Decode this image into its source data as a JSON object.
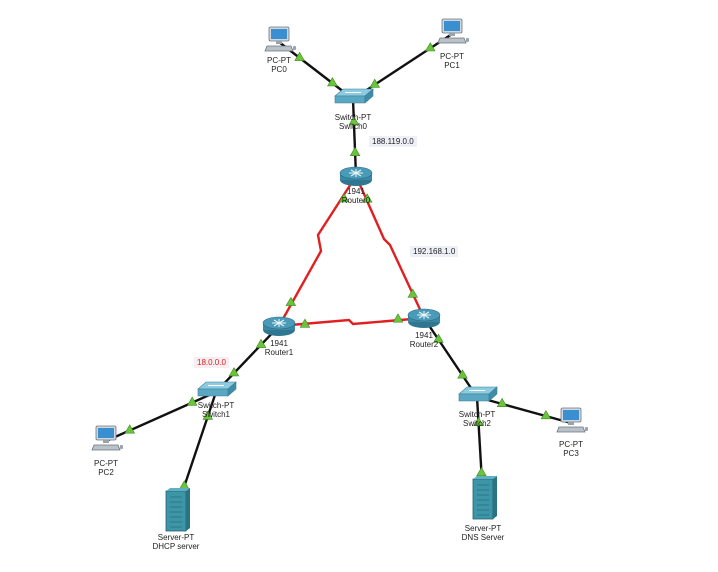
{
  "devices": [
    {
      "id": "pc0",
      "type": "pc",
      "model": "PC-PT",
      "name": "PC0"
    },
    {
      "id": "pc1",
      "type": "pc",
      "model": "PC-PT",
      "name": "PC1"
    },
    {
      "id": "switch0",
      "type": "switch",
      "model": "Switch-PT",
      "name": "Switch0"
    },
    {
      "id": "router0",
      "type": "router",
      "model": "1941",
      "name": "Router0"
    },
    {
      "id": "router1",
      "type": "router",
      "model": "1941",
      "name": "Router1"
    },
    {
      "id": "router2",
      "type": "router",
      "model": "1941",
      "name": "Router2"
    },
    {
      "id": "switch1",
      "type": "switch",
      "model": "Switch-PT",
      "name": "Switch1"
    },
    {
      "id": "switch2",
      "type": "switch",
      "model": "Switch-PT",
      "name": "Switch2"
    },
    {
      "id": "pc2",
      "type": "pc",
      "model": "PC-PT",
      "name": "PC2"
    },
    {
      "id": "pc3",
      "type": "pc",
      "model": "PC-PT",
      "name": "PC3"
    },
    {
      "id": "dhcp",
      "type": "server",
      "model": "Server-PT",
      "name": "DHCP server"
    },
    {
      "id": "dns",
      "type": "server",
      "model": "Server-PT",
      "name": "DNS Server"
    }
  ],
  "links": [
    {
      "from": "pc0",
      "to": "switch0",
      "kind": "ethernet"
    },
    {
      "from": "pc1",
      "to": "switch0",
      "kind": "ethernet"
    },
    {
      "from": "switch0",
      "to": "router0",
      "kind": "ethernet"
    },
    {
      "from": "router0",
      "to": "router1",
      "kind": "serial"
    },
    {
      "from": "router0",
      "to": "router2",
      "kind": "serial"
    },
    {
      "from": "router1",
      "to": "router2",
      "kind": "serial"
    },
    {
      "from": "router1",
      "to": "switch1",
      "kind": "ethernet"
    },
    {
      "from": "switch1",
      "to": "pc2",
      "kind": "ethernet"
    },
    {
      "from": "switch1",
      "to": "dhcp",
      "kind": "ethernet"
    },
    {
      "from": "router2",
      "to": "switch2",
      "kind": "ethernet"
    },
    {
      "from": "switch2",
      "to": "pc3",
      "kind": "ethernet"
    },
    {
      "from": "switch2",
      "to": "dns",
      "kind": "ethernet"
    }
  ],
  "networks": [
    {
      "id": "net-switch0",
      "label": "188.119.0.0"
    },
    {
      "id": "net-serial",
      "label": "192.168.1.0"
    },
    {
      "id": "net-switch1",
      "label": "18.0.0.0",
      "color": "#e02020"
    }
  ],
  "colors": {
    "ethernet": "#111111",
    "serial": "#e02020",
    "link_indicator": "#6bc43a",
    "router_body": "#4a9bb8",
    "switch_body": "#5aa7c4",
    "server_body": "#3d95a8",
    "pc_screen": "#3a8fd0"
  }
}
